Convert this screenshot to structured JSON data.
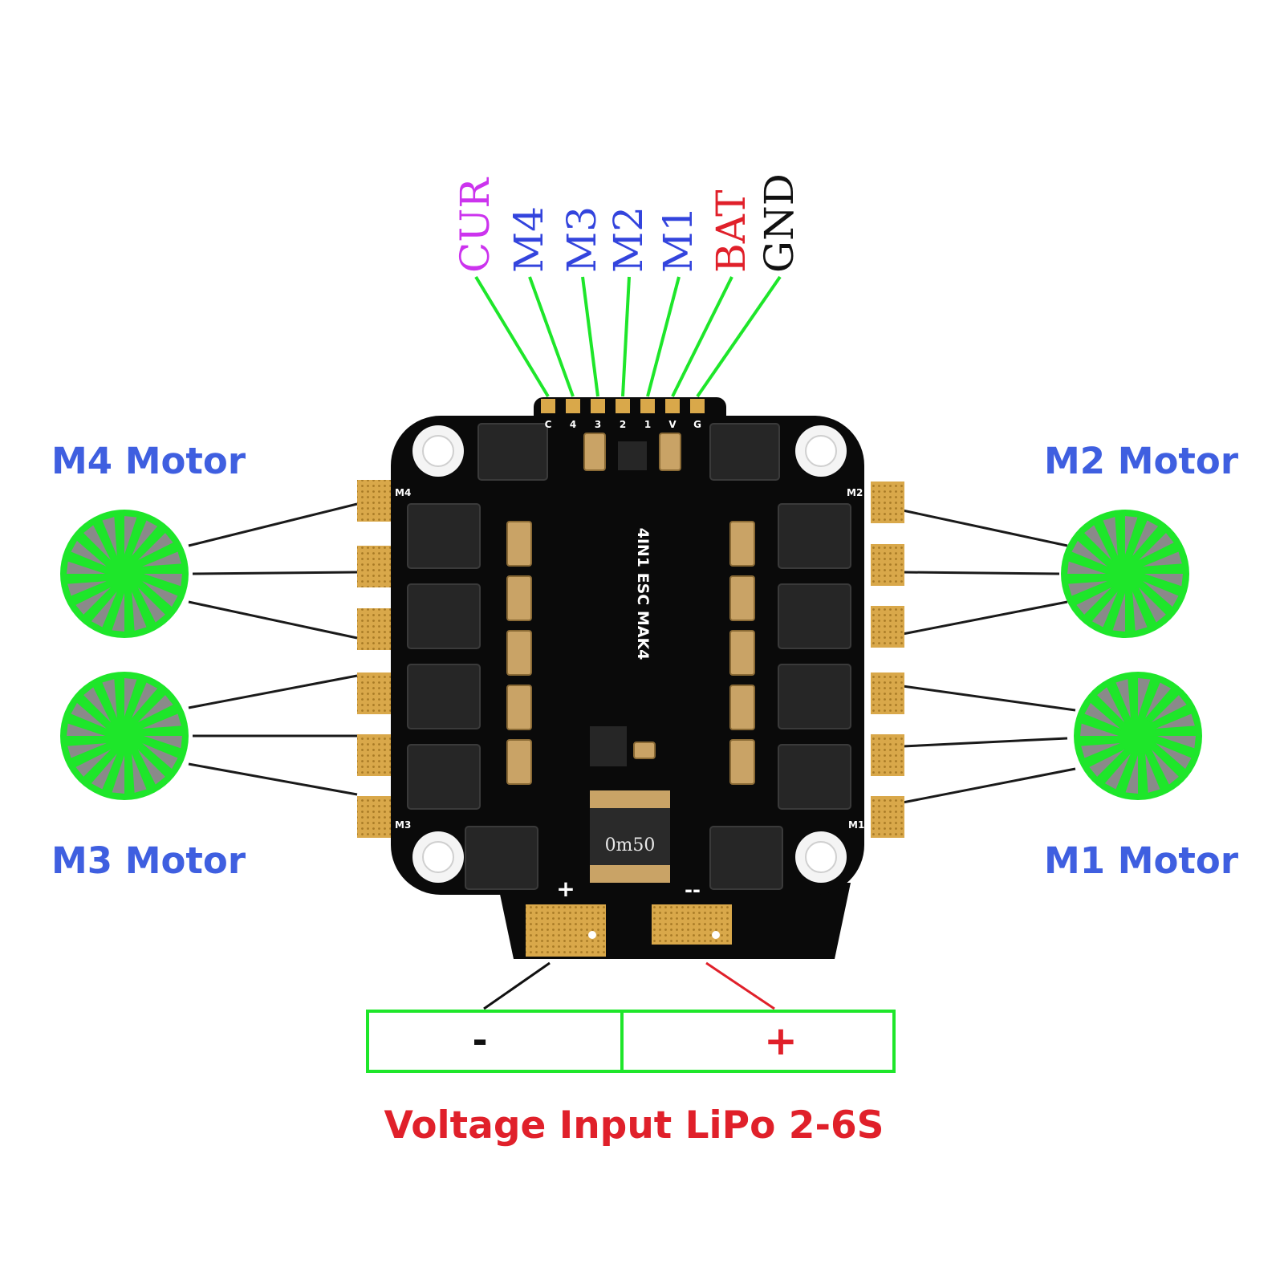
{
  "signal_pins": [
    {
      "label": "CUR",
      "silk": "C",
      "color": "#cc33ee"
    },
    {
      "label": "M4",
      "silk": "4",
      "color": "#3344dd"
    },
    {
      "label": "M3",
      "silk": "3",
      "color": "#3344dd"
    },
    {
      "label": "M2",
      "silk": "2",
      "color": "#3344dd"
    },
    {
      "label": "M1",
      "silk": "1",
      "color": "#3344dd"
    },
    {
      "label": "BAT",
      "silk": "V",
      "color": "#e0202a"
    },
    {
      "label": "GND",
      "silk": "G",
      "color": "#111111"
    }
  ],
  "motors": {
    "m4": {
      "label": "M4 Motor",
      "pad_label": "M4"
    },
    "m3": {
      "label": "M3 Motor",
      "pad_label": "M3"
    },
    "m2": {
      "label": "M2 Motor",
      "pad_label": "M2"
    },
    "m1": {
      "label": "M1 Motor",
      "pad_label": "M1"
    }
  },
  "board": {
    "name": "4IN1 ESC MAK4",
    "shunt_text": "0m50",
    "plus_mark": "+",
    "minus_mark": "--"
  },
  "power": {
    "negative": "-",
    "positive": "+",
    "caption": "Voltage Input LiPo 2-6S"
  },
  "colors": {
    "motor_label": "#3f5fe0",
    "caption": "#e0202a",
    "connector_green": "#1ee62a",
    "board": "#0a0a0a",
    "gold": "#d9a84a",
    "positive_wire": "#e0202a",
    "negative_wire": "#111111"
  }
}
